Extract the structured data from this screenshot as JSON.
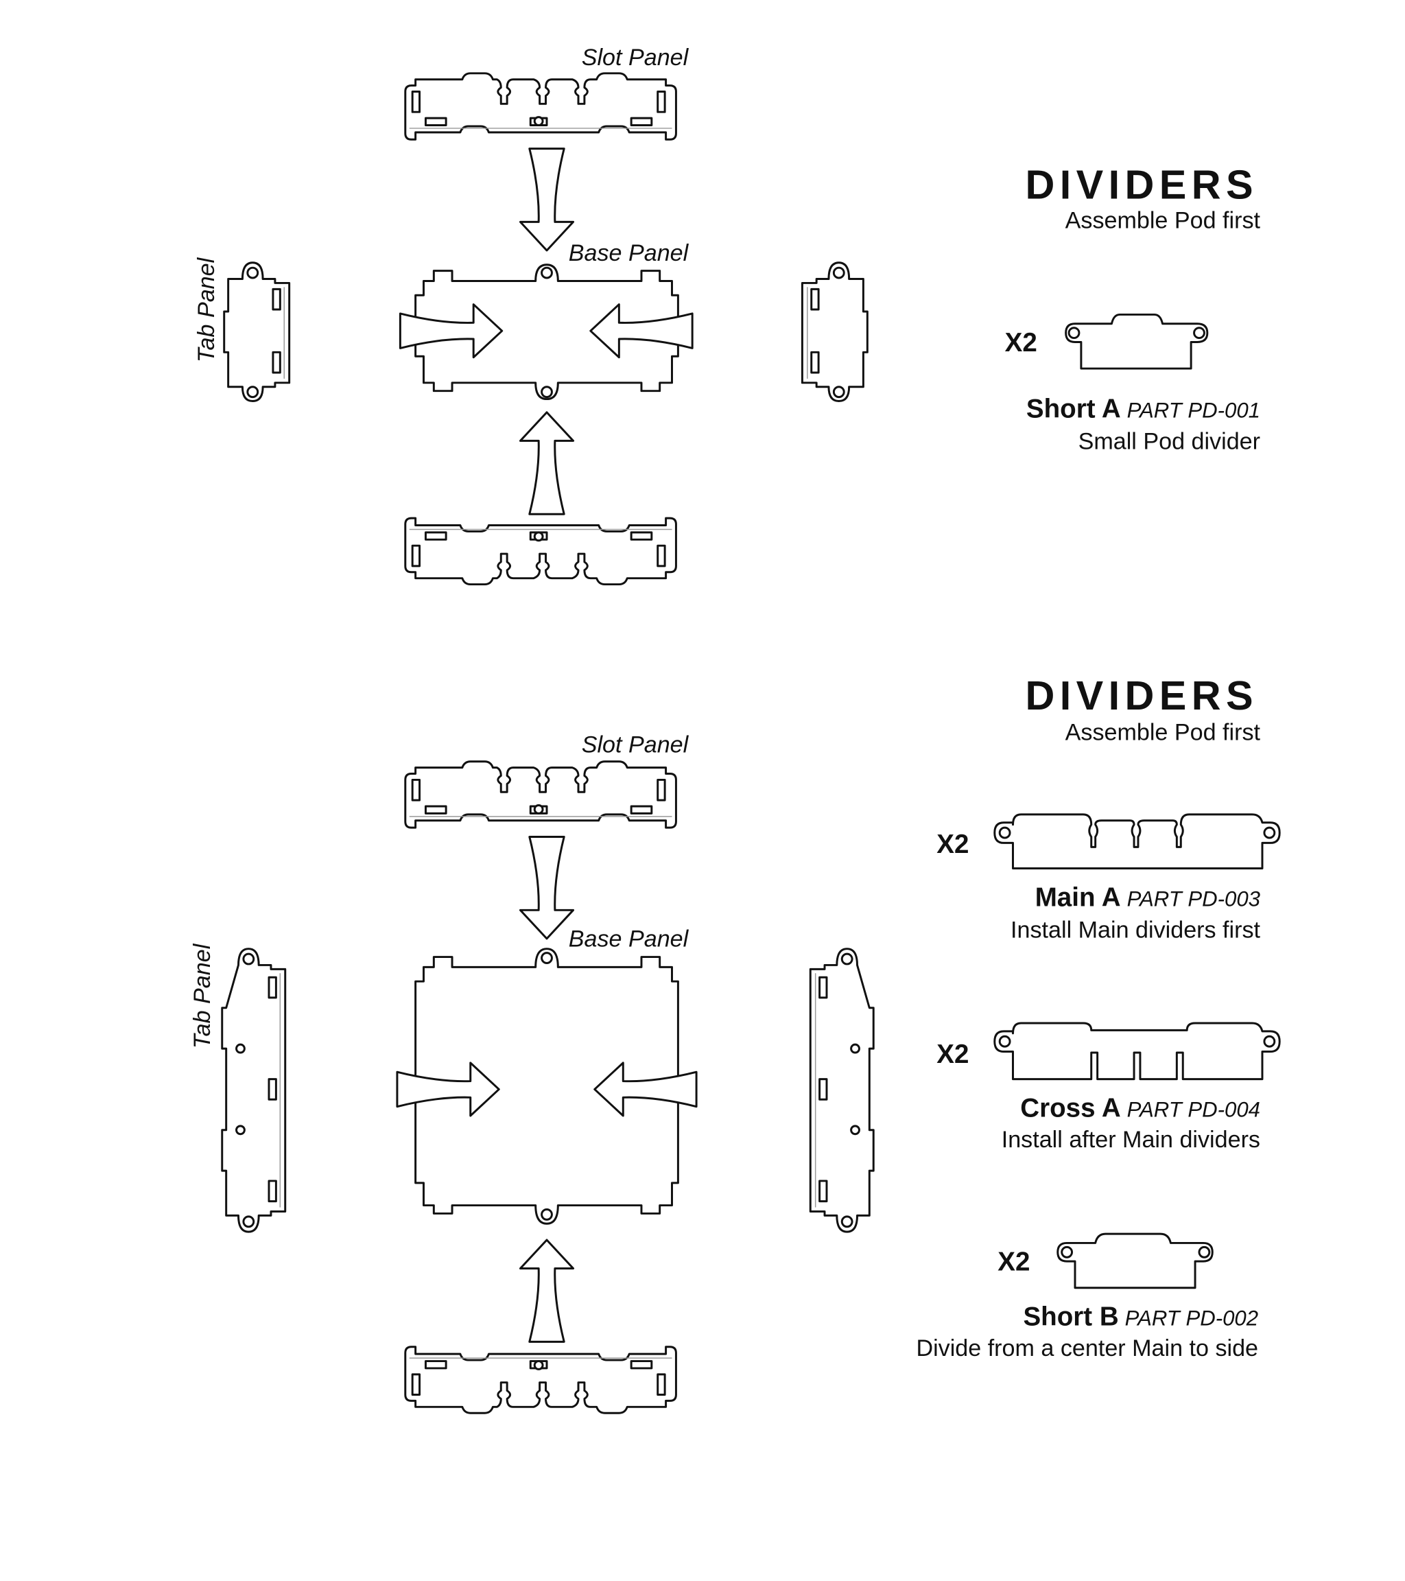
{
  "sections": [
    {
      "heading": "Dividers",
      "subheading": "Assemble Pod first",
      "labels": {
        "slot_panel": "Slot Panel",
        "base_panel": "Base Panel",
        "tab_panel": "Tab Panel"
      },
      "parts": [
        {
          "qty": "X2",
          "name": "Short A",
          "part_no": "PART PD-001",
          "note": "Small Pod divider"
        }
      ]
    },
    {
      "heading": "Dividers",
      "subheading": "Assemble Pod first",
      "labels": {
        "slot_panel": "Slot Panel",
        "base_panel": "Base Panel",
        "tab_panel": "Tab Panel"
      },
      "parts": [
        {
          "qty": "X2",
          "name": "Main A",
          "part_no": "PART PD-003",
          "note": "Install Main dividers first"
        },
        {
          "qty": "X2",
          "name": "Cross A",
          "part_no": "PART PD-004",
          "note": "Install after Main dividers"
        },
        {
          "qty": "X2",
          "name": "Short B",
          "part_no": "PART PD-002",
          "note": "Divide from a center Main to side"
        }
      ]
    }
  ]
}
